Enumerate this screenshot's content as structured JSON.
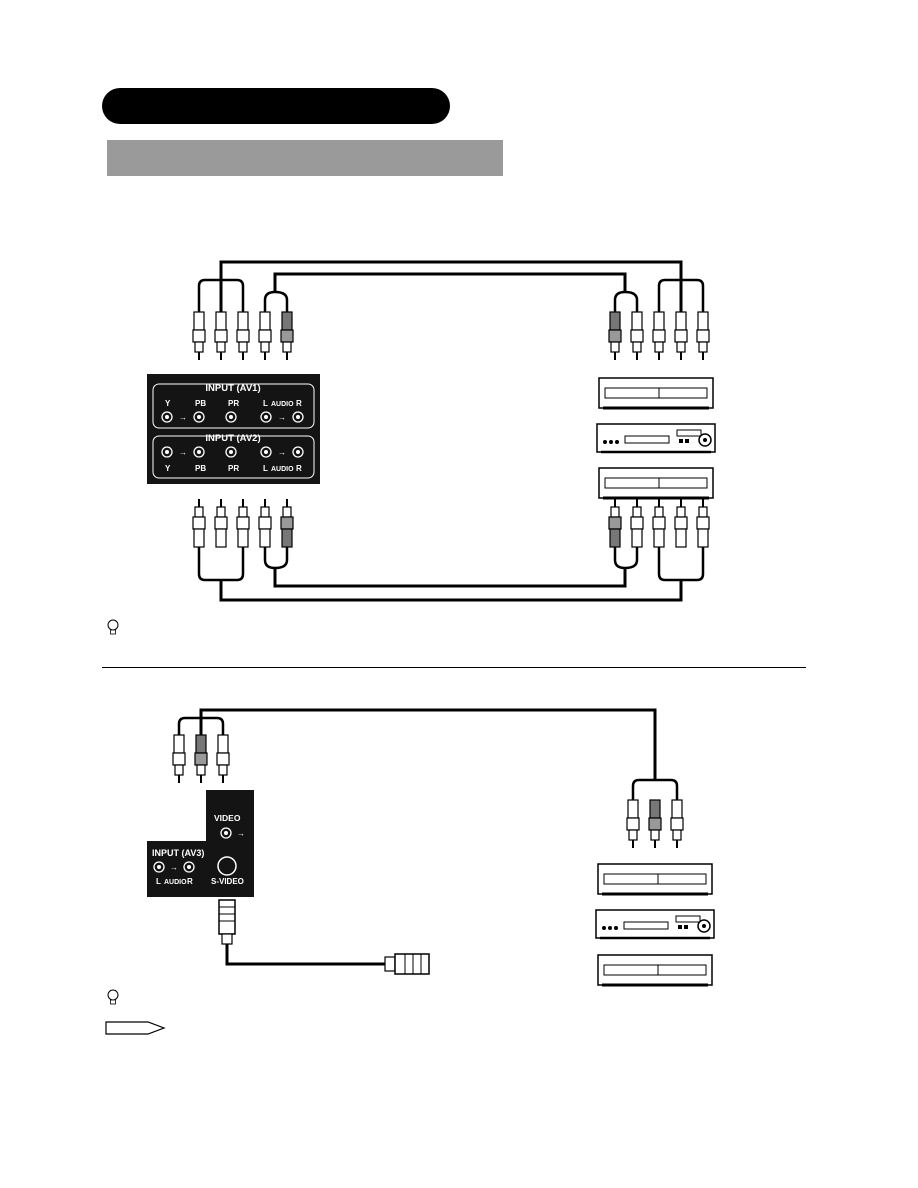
{
  "panel_av1": {
    "title": "INPUT (AV1)",
    "y_label": "Y",
    "pb_label": "PB",
    "pr_label": "PR",
    "l_label": "L",
    "audio_label": "AUDIO",
    "r_label": "R"
  },
  "panel_av2": {
    "title": "INPUT (AV2)",
    "y_label": "Y",
    "pb_label": "PB",
    "pr_label": "PR",
    "l_label": "L",
    "audio_label": "AUDIO",
    "r_label": "R"
  },
  "panel_av3": {
    "title": "INPUT (AV3)",
    "video_label": "VIDEO",
    "svideo_label": "S-VIDEO",
    "l_label": "L",
    "audio_label": "AUDIO",
    "r_label": "R"
  },
  "colors": {
    "bar_dark": "#000000",
    "bar_gray": "#9a9a9a",
    "panel": "#141414"
  },
  "icons": [
    "tip-icon",
    "note-arrow-icon"
  ]
}
